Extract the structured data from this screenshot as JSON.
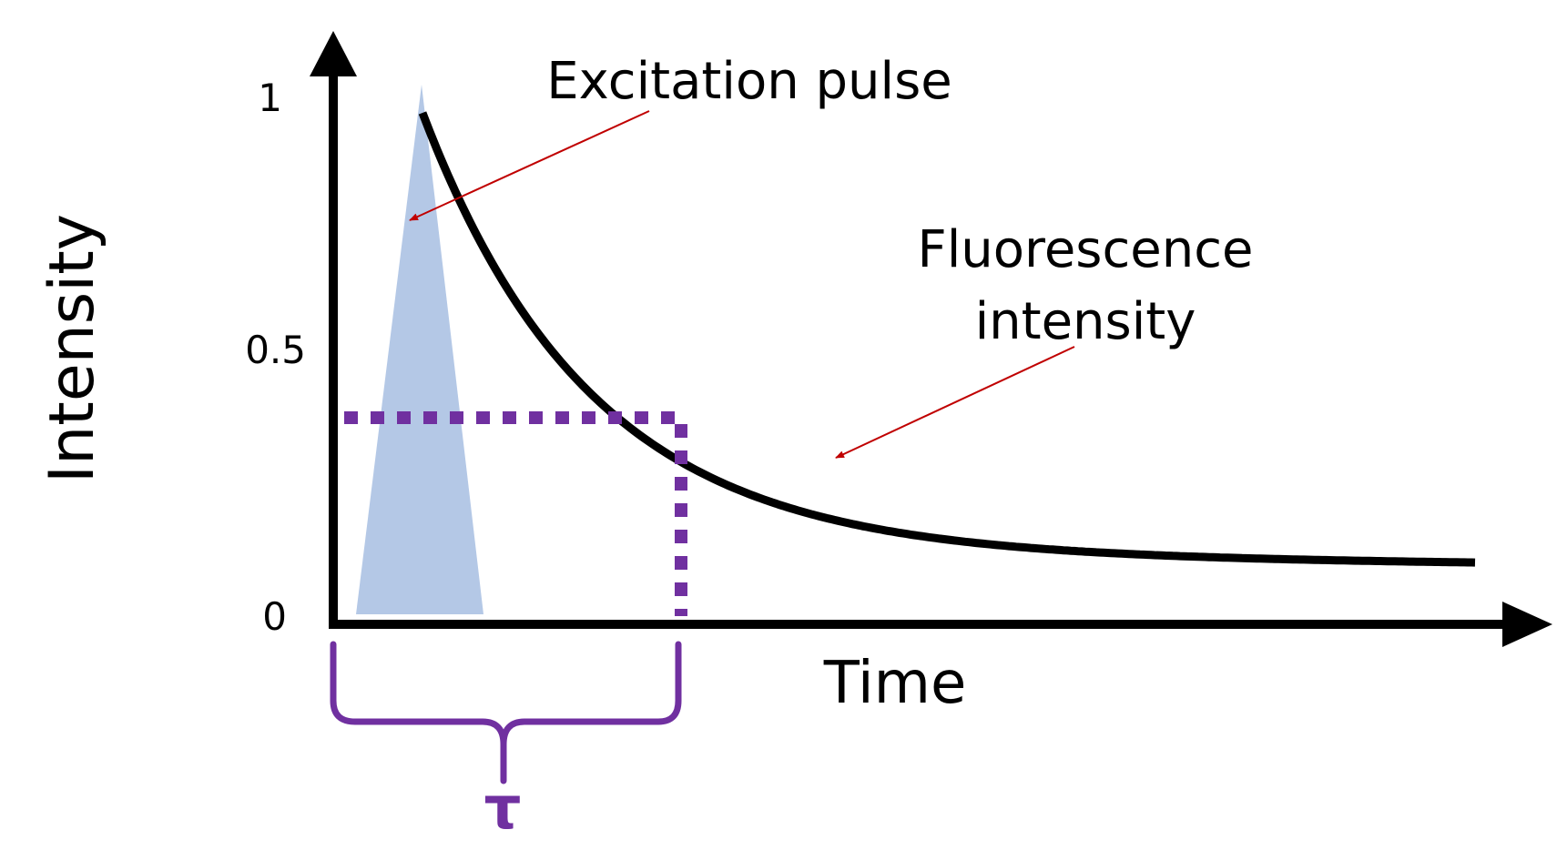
{
  "labels": {
    "y_axis": "Intensity",
    "x_axis": "Time",
    "excitation": "Excitation pulse",
    "fluorescence_line1": "Fluorescence",
    "fluorescence_line2": "intensity",
    "tau": "τ"
  },
  "y_ticks": [
    "1",
    "0.5",
    "0"
  ],
  "colors": {
    "axis": "#000000",
    "decay_curve": "#000000",
    "pulse_fill": "#b4c8e6",
    "guide": "#7030a0",
    "arrow": "#c00000"
  }
}
